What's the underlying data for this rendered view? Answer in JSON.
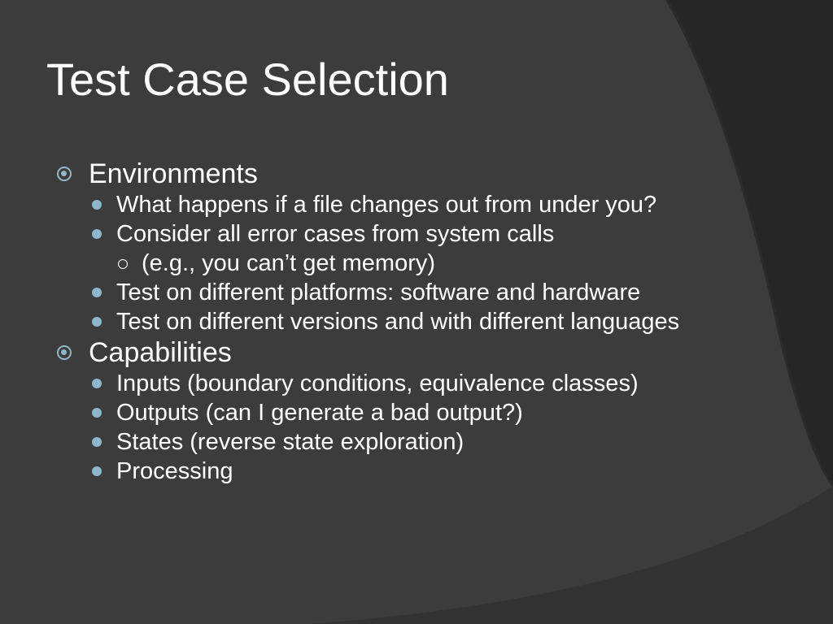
{
  "slide": {
    "title": "Test Case Selection",
    "sections": [
      {
        "label": "Environments",
        "items": [
          {
            "text": "What happens if a file changes out from under you?"
          },
          {
            "text": "Consider all error cases from system calls",
            "subitems": [
              {
                "text": "(e.g., you can’t get memory)"
              }
            ]
          },
          {
            "text": "Test on different platforms: software and hardware"
          },
          {
            "text": "Test on different versions and with different languages"
          }
        ]
      },
      {
        "label": "Capabilities",
        "items": [
          {
            "text": "Inputs (boundary conditions, equivalence classes)"
          },
          {
            "text": "Outputs (can I generate a bad output?)"
          },
          {
            "text": "States (reverse state exploration)"
          },
          {
            "text": "Processing"
          }
        ]
      }
    ]
  },
  "colors": {
    "background": "#262626",
    "panel": "#3c3c3c",
    "bullet_accent": "#8fb6c9",
    "text": "#ffffff"
  }
}
